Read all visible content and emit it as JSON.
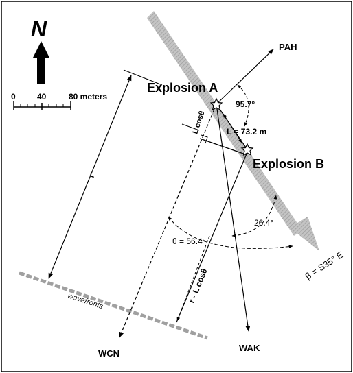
{
  "compass": {
    "north_label": "N",
    "icon": "north-arrow-icon"
  },
  "scale_bar": {
    "tick_0": "0",
    "tick_40": "40",
    "tick_80": "80 meters"
  },
  "labels": {
    "explosion_a": "Explosion A",
    "explosion_b": "Explosion B",
    "pah": "PAH",
    "wcn": "WCN",
    "wak": "WAK",
    "angle_95": "95.7°",
    "l_value": "L = 73.2 m",
    "l_cos": "L cosθ",
    "r": "r",
    "r_minus": "r - L cosθ",
    "theta": "θ = 56.4°",
    "angle_26": "26.4°",
    "beta": "β = S35° E",
    "wavefronts": "wavefronts"
  },
  "colors": {
    "ink": "#000000",
    "band": "#bdbdbd",
    "band_dark": "#9a9a9a",
    "wavefront": "#a0a0a0"
  }
}
